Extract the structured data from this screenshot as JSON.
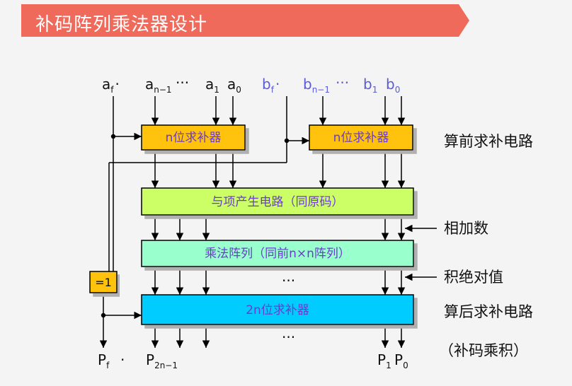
{
  "title": "补码阵列乘法器设计",
  "inputs_a": {
    "af": "a",
    "af_sub": "f",
    "dot": "·",
    "an1": "a",
    "an1_sub": "n−1",
    "ellipsis": "···",
    "a1": "a",
    "a1_sub": "1",
    "a0": "a",
    "a0_sub": "0"
  },
  "inputs_b": {
    "bf": "b",
    "bf_sub": "f",
    "dot": "·",
    "bn1": "b",
    "bn1_sub": "n−1",
    "ellipsis": "···",
    "b1": "b",
    "b1_sub": "1",
    "b0": "b",
    "b0_sub": "0"
  },
  "boxes": {
    "comp_a": "n位求补器",
    "comp_b": "n位求补器",
    "and_gen": "与项产生电路（同原码）",
    "array": "乘法阵列（同前n×n阵列）",
    "comp_out": "2n位求补器",
    "xor": "=1"
  },
  "side_labels": {
    "pre": "算前求补电路",
    "addend": "相加数",
    "abs_product": "积绝对值",
    "post": "算后求补电路",
    "result": "（补码乘积）"
  },
  "outputs": {
    "pf": "P",
    "pf_sub": "f",
    "dot": "·",
    "p2n1": "P",
    "p2n1_sub": "2n−1",
    "p1": "P",
    "p1_sub": "1",
    "p0": "P",
    "p0_sub": "0"
  },
  "ellipsis_mid": "···",
  "colors": {
    "title_bar": "#ef6a5a",
    "comp_box": "#ffc20e",
    "and_box": "#ccff66",
    "array_box": "#99ffcc",
    "out_box": "#00ccff",
    "xor_box": "#ffc20e",
    "b_inputs": "#5b5bd6",
    "box_text": "#6a3bd0"
  }
}
